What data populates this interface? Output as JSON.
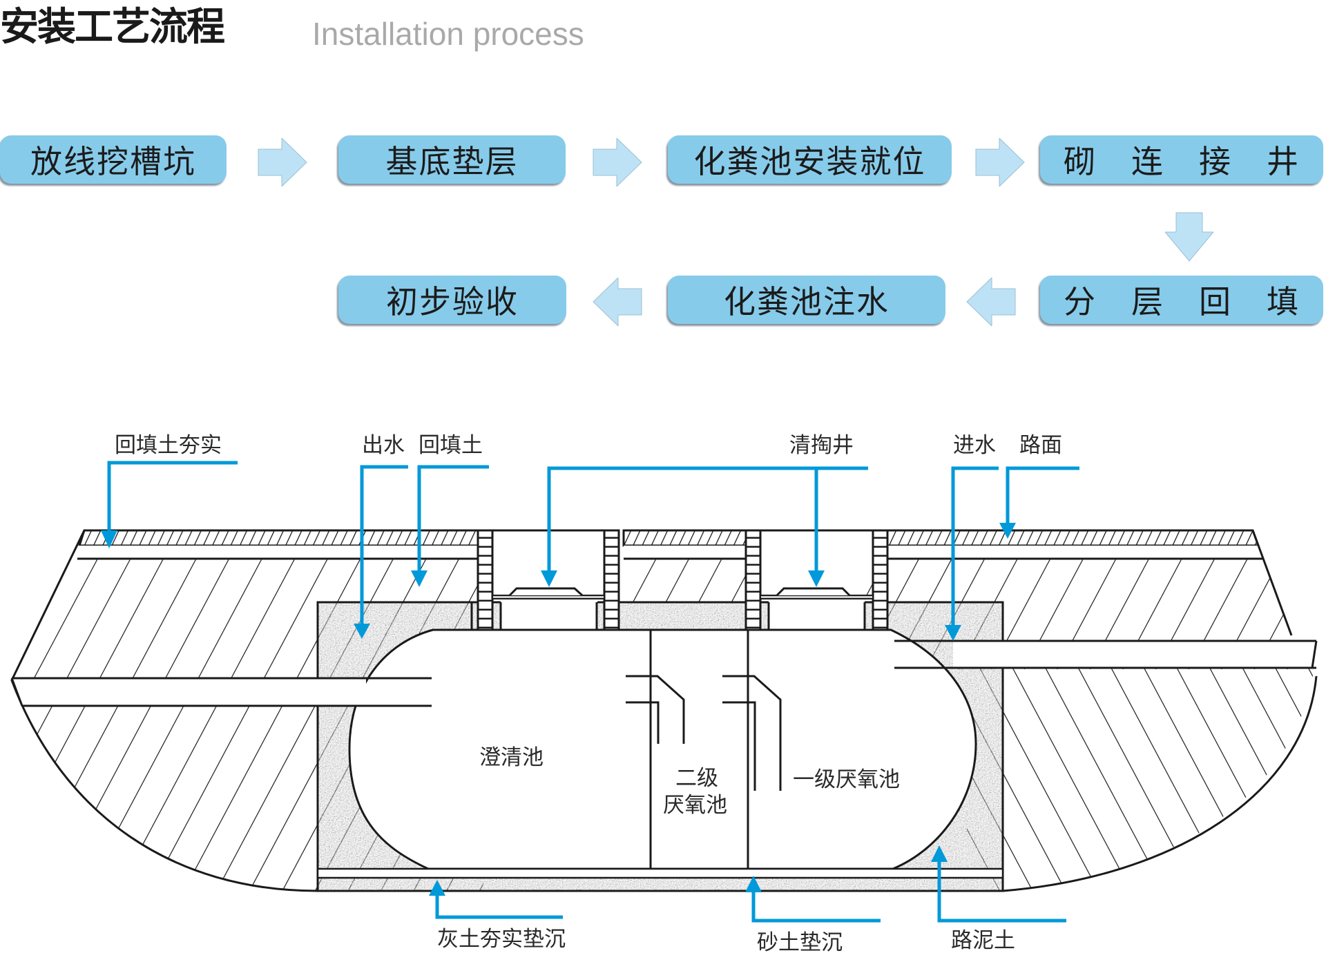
{
  "header": {
    "title_cn": "安装工艺流程",
    "title_en": "Installation process"
  },
  "colors": {
    "step_box": "#87cbea",
    "flow_arrow": "#bee2f5",
    "leader": "#0099d9",
    "line": "#1a1a1a",
    "gravel": "#9a9a9a"
  },
  "flow": {
    "steps": [
      {
        "label": "放线挖槽坑",
        "chars": []
      },
      {
        "label": "基底垫层",
        "chars": []
      },
      {
        "label": "化粪池安装就位",
        "chars": []
      },
      {
        "label": "砌连接井",
        "chars": [
          "砌",
          "连",
          "接",
          "井"
        ]
      },
      {
        "label": "分层回填",
        "chars": [
          "分",
          "层",
          "回",
          "填"
        ]
      },
      {
        "label": "化粪池注水",
        "chars": []
      },
      {
        "label": "初步验收",
        "chars": []
      }
    ],
    "arrow_icons": [
      "arrow-right-icon",
      "arrow-right-icon",
      "arrow-right-icon",
      "arrow-down-icon",
      "arrow-left-icon",
      "arrow-left-icon"
    ]
  },
  "diagram": {
    "callouts_top": {
      "backfill_compacted": "回填土夯实",
      "outlet": "出水",
      "backfill": "回填土",
      "cleanout_well": "清掏井",
      "inlet": "进水",
      "road_surface": "路面"
    },
    "chambers": {
      "clarifier": "澄清池",
      "secondary_anaerobic_line1": "二级",
      "secondary_anaerobic_line2": "厌氧池",
      "primary_anaerobic": "一级厌氧池"
    },
    "callouts_bottom": {
      "lime_soil_base": "灰土夯实垫沉",
      "sand_base": "砂土垫沉",
      "road_mud": "路泥土"
    }
  }
}
